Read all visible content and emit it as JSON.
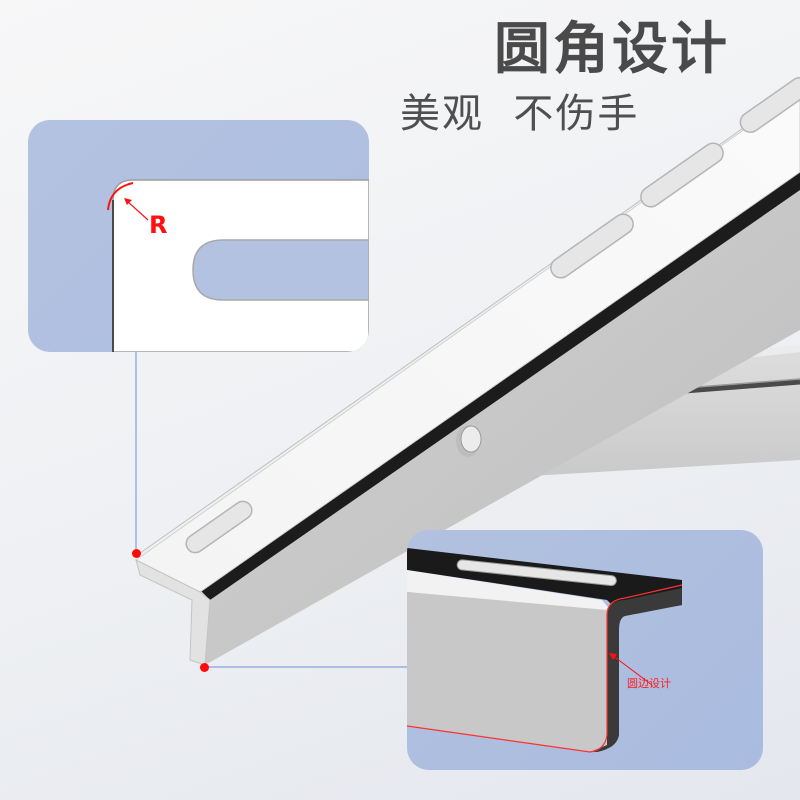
{
  "header": {
    "title": "圆角设计",
    "subtitle": "美观  不伤手"
  },
  "callouts": {
    "corner_radius_label": "R",
    "edge_label": "圆边设计"
  },
  "colors": {
    "title_text": "#4a4a4a",
    "accent_red": "#ff1010",
    "panel_blue": "#b0c0e0",
    "leader_line_blue": "#6f8fd0",
    "steel_light": "#f4f4f4",
    "steel_mid": "#c8c8c8",
    "steel_dark": "#1a1a1a"
  },
  "product": {
    "name": "stainless-steel-angle-bracket",
    "slot_count_visible": 4
  }
}
